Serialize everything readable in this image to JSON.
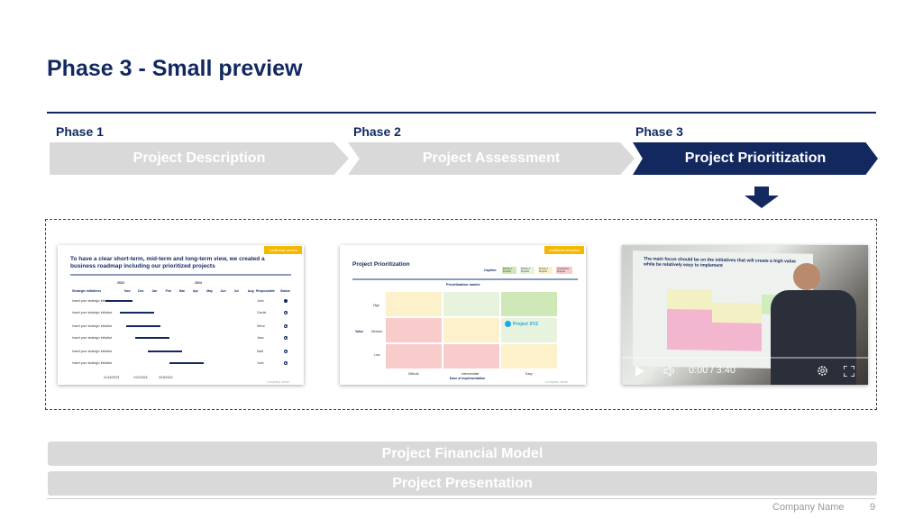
{
  "title": "Phase 3 - Small preview",
  "phases": [
    {
      "label": "Phase 1",
      "name": "Project Description"
    },
    {
      "label": "Phase 2",
      "name": "Project Assessment"
    },
    {
      "label": "Phase 3",
      "name": "Project Prioritization"
    }
  ],
  "colors": {
    "navy": "#12285f",
    "gray": "#d9d9d9",
    "accent": "#f5b800"
  },
  "thumb1": {
    "tag": "Additional version",
    "title": "To have a clear short-term, mid-term and long-term view, we created a business roadmap including our prioritized projects",
    "years": [
      "2023",
      "2024"
    ],
    "col_initiatives": "Strategic initiatives",
    "months": [
      "Nov",
      "Dec",
      "Jan",
      "Feb",
      "Mar",
      "Apr",
      "May",
      "Jun",
      "Jul",
      "Aug"
    ],
    "col_responsible": "Responsible",
    "col_status": "Status",
    "rows": [
      {
        "initiative": "Insert your strategic initiative",
        "responsible": "John"
      },
      {
        "initiative": "Insert your strategic initiative",
        "responsible": "Carole"
      },
      {
        "initiative": "Insert your strategic initiative",
        "responsible": "Steve"
      },
      {
        "initiative": "Insert your strategic initiative",
        "responsible": "Jean"
      },
      {
        "initiative": "Insert your strategic initiative",
        "responsible": "Matt"
      },
      {
        "initiative": "Insert your strategic initiative",
        "responsible": "John"
      }
    ],
    "milestones": [
      "11/15/2023",
      "1/22/2024",
      "3/18/2024"
    ],
    "footer": "Company name"
  },
  "thumb2": {
    "tag": "Additional template",
    "title": "Project Prioritization",
    "caption": "Caption:",
    "legend": [
      "Priority 1 Projects",
      "Priority 2 Projects",
      "Priority 3 Projects",
      "Unattractive Projects"
    ],
    "matrix_title": "Prioritization matrix",
    "y_label": "Value",
    "y_ticks": [
      "High",
      "Medium",
      "Low"
    ],
    "x_label": "Ease of implementation",
    "x_ticks": [
      "Difficult",
      "Intermediate",
      "Easy"
    ],
    "point": "Project XYZ",
    "footer": "Company name"
  },
  "video": {
    "slide_title": "The main focus should be on the initiatives that will create a high value while be relatively easy to implement",
    "time": "0:00 / 3:40",
    "progress": 0
  },
  "bars": [
    "Project Financial Model",
    "Project Presentation"
  ],
  "footer": {
    "company": "Company Name",
    "page": "9"
  }
}
